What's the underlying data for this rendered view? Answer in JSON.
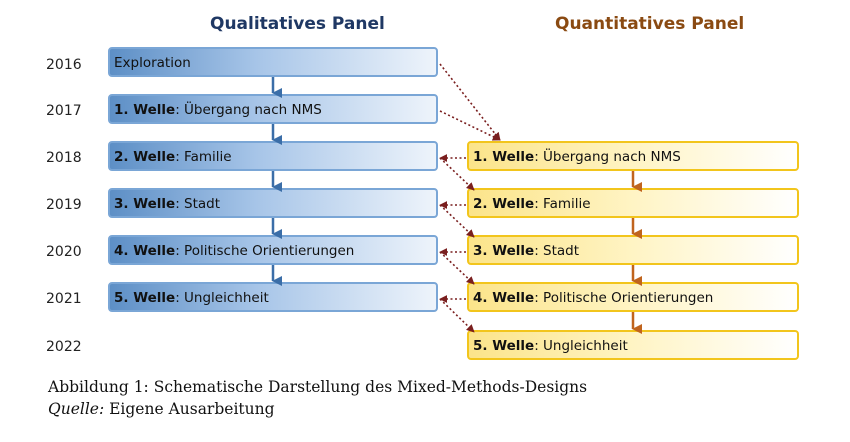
{
  "headings": {
    "qualitative": "Qualitatives Panel",
    "quantitative": "Quantitatives Panel"
  },
  "years": [
    "2016",
    "2017",
    "2018",
    "2019",
    "2020",
    "2021",
    "2022"
  ],
  "qualitative": [
    {
      "bold": "",
      "text": "Exploration"
    },
    {
      "bold": "1. Welle",
      "text": ": Übergang nach NMS"
    },
    {
      "bold": "2. Welle",
      "text": ": Familie"
    },
    {
      "bold": "3. Welle",
      "text": ": Stadt"
    },
    {
      "bold": "4. Welle",
      "text": ": Politische Orientierungen"
    },
    {
      "bold": "5. Welle",
      "text": ": Ungleichheit"
    }
  ],
  "quantitative": [
    {
      "bold": "1. Welle",
      "text": ": Übergang nach NMS"
    },
    {
      "bold": "2. Welle",
      "text": ": Familie"
    },
    {
      "bold": "3. Welle",
      "text": ": Stadt"
    },
    {
      "bold": "4. Welle",
      "text": ": Politische Orientierungen"
    },
    {
      "bold": "5. Welle",
      "text": ": Ungleichheit"
    }
  ],
  "caption": {
    "line1": "Abbildung 1: Schematische Darstellung des Mixed-Methods-Designs",
    "line2_label": "Quelle:",
    "line2_text": " Eigene Ausarbeitung"
  },
  "colors": {
    "qual_heading": "#1f3864",
    "quant_heading": "#8a4a12",
    "qual_arrow": "#3b6ea8",
    "quant_arrow": "#c0641e",
    "cross_arrow": "#7a1f1f"
  }
}
